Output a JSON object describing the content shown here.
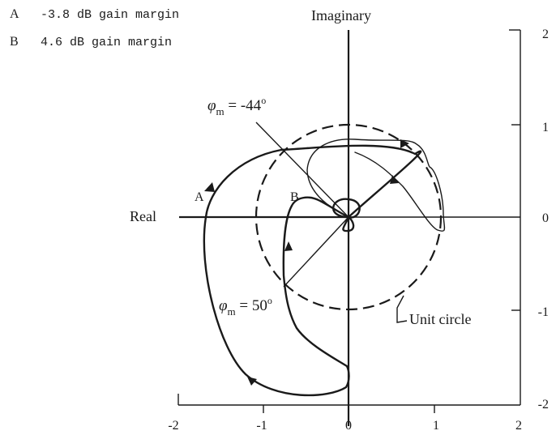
{
  "legend": {
    "a_letter": "A",
    "a_text": "-3.8 dB gain margin",
    "b_letter": "B",
    "b_text": "4.6 dB gain margin"
  },
  "axes": {
    "imaginary_label": "Imaginary",
    "real_label": "Real",
    "x_ticks": [
      "-2",
      "-1",
      "0",
      "1",
      "2"
    ],
    "y_ticks": [
      "2",
      "1",
      "0",
      "-1",
      "-2"
    ]
  },
  "annotations": {
    "curve_a_label": "A",
    "curve_b_label": "B",
    "phase_margin_top_symbol": "φ",
    "phase_margin_top_sub": "m",
    "phase_margin_top_value": " = -44",
    "phase_margin_top_deg": "o",
    "phase_margin_bottom_symbol": "φ",
    "phase_margin_bottom_sub": "m",
    "phase_margin_bottom_value": " = 50",
    "phase_margin_bottom_deg": "o",
    "unit_circle_label": "Unit circle"
  }
}
